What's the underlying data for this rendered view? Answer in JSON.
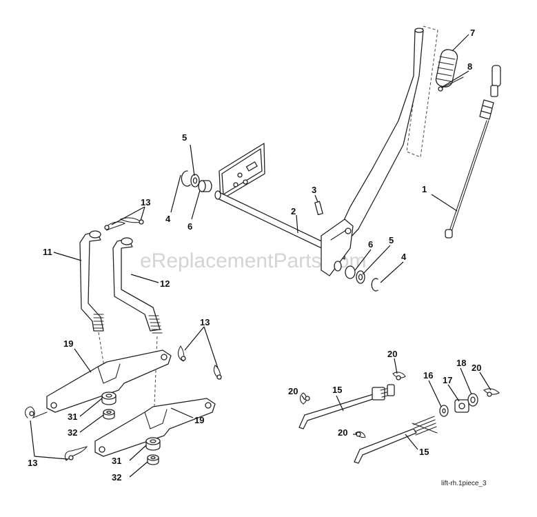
{
  "diagram": {
    "watermark": "eReplacementParts.com",
    "reference": "lift-rh.1piece_3",
    "callouts": {
      "c1": "1",
      "c2": "2",
      "c3": "3",
      "c4a": "4",
      "c4b": "4",
      "c5a": "5",
      "c5b": "5",
      "c6a": "6",
      "c6b": "6",
      "c7": "7",
      "c8": "8",
      "c11": "11",
      "c12": "12",
      "c13a": "13",
      "c13b": "13",
      "c13c": "13",
      "c15a": "15",
      "c15b": "15",
      "c16": "16",
      "c17": "17",
      "c18": "18",
      "c19a": "19",
      "c19b": "19",
      "c20a": "20",
      "c20b": "20",
      "c20c": "20",
      "c20d": "20",
      "c31a": "31",
      "c31b": "31",
      "c32a": "32",
      "c32b": "32"
    }
  }
}
